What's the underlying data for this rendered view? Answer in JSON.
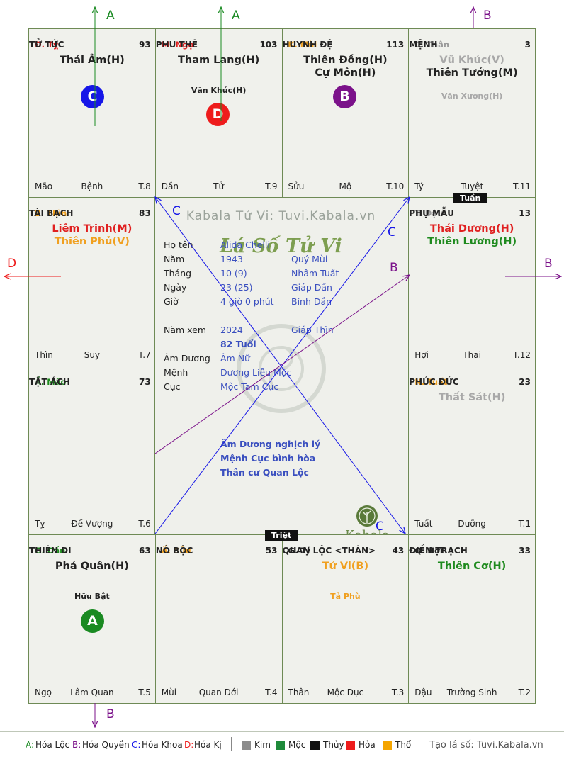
{
  "palaces": [
    {
      "can": "Đ. Tỵ",
      "can_color": "#e02020",
      "name": "TỬ TỨC",
      "num": "93",
      "stars": [
        {
          "text": "Thái Âm(H)",
          "color": "#222222"
        }
      ],
      "minor": "",
      "foot": [
        "Mão",
        "Bệnh",
        "T.8"
      ]
    },
    {
      "can": "M. Ngọ",
      "can_color": "#e02020",
      "name": "PHU THÊ",
      "num": "103",
      "stars": [
        {
          "text": "Tham Lang(H)",
          "color": "#222222"
        }
      ],
      "minor": "Văn Khúc(H)",
      "minor_color": "#222222",
      "foot": [
        "Dần",
        "Tử",
        "T.9"
      ]
    },
    {
      "can": "K. Mùi",
      "can_color": "#f0a020",
      "name": "HUYNH ĐỆ",
      "num": "113",
      "stars": [
        {
          "text": "Thiên Đồng(H)",
          "color": "#222222"
        },
        {
          "text": "Cự Môn(H)",
          "color": "#222222"
        }
      ],
      "minor": "",
      "foot": [
        "Sửu",
        "Mộ",
        "T.10"
      ]
    },
    {
      "can": "C. Thân",
      "can_color": "#9a9a9a",
      "name": "MỆNH",
      "num": "3",
      "stars": [
        {
          "text": "Vũ Khúc(V)",
          "color": "#a8a8a8"
        },
        {
          "text": "Thiên Tướng(M)",
          "color": "#222222"
        }
      ],
      "minor": "Văn Xương(H)",
      "minor_color": "#a8a8a8",
      "foot": [
        "Tý",
        "Tuyệt",
        "T.11"
      ]
    },
    {
      "can": "B. Thìn",
      "can_color": "#f0a020",
      "name": "TÀI BẠCH",
      "num": "83",
      "stars": [
        {
          "text": "Liêm Trinh(M)",
          "color": "#e02020"
        },
        {
          "text": "Thiên Phủ(V)",
          "color": "#f0a020"
        }
      ],
      "minor": "",
      "foot": [
        "Thìn",
        "Suy",
        "T.7"
      ]
    },
    {
      "can": "T. Dậu",
      "can_color": "#9a9a9a",
      "name": "PHỤ MẪU",
      "num": "13",
      "stars": [
        {
          "text": "Thái Dương(H)",
          "color": "#e02020"
        },
        {
          "text": "Thiên Lương(H)",
          "color": "#1e8a1e"
        }
      ],
      "minor": "",
      "foot": [
        "Hợi",
        "Thai",
        "T.12"
      ]
    },
    {
      "can": "Ấ. Mão",
      "can_color": "#1e8a1e",
      "name": "TẬT ÁCH",
      "num": "73",
      "stars": [],
      "minor": "",
      "foot": [
        "Tỵ",
        "Đế Vượng",
        "T.6"
      ]
    },
    {
      "can": "N. Tuất",
      "can_color": "#f0a020",
      "name": "PHÚC ĐỨC",
      "num": "23",
      "stars": [
        {
          "text": "Thất Sát(H)",
          "color": "#a8a8a8"
        }
      ],
      "minor": "",
      "foot": [
        "Tuất",
        "Dưỡng",
        "T.1"
      ]
    },
    {
      "can": "G. Dần",
      "can_color": "#1e8a1e",
      "name": "THIÊN DI",
      "num": "63",
      "stars": [
        {
          "text": "Phá Quân(H)",
          "color": "#222222"
        }
      ],
      "minor": "Hữu Bật",
      "minor_color": "#222222",
      "foot": [
        "Ngọ",
        "Lâm Quan",
        "T.5"
      ]
    },
    {
      "can": "Ấ. Sửu",
      "can_color": "#f0a020",
      "name": "NÔ BỘC",
      "num": "53",
      "stars": [],
      "minor": "",
      "foot": [
        "Mùi",
        "Quan Đới",
        "T.4"
      ]
    },
    {
      "can": "G. Tý",
      "can_color": "#222222",
      "name": "QUAN LỘC <THÂN>",
      "num": "43",
      "stars": [
        {
          "text": "Tử Vi(B)",
          "color": "#f0a020"
        }
      ],
      "minor": "Tả Phù",
      "minor_color": "#f0a020",
      "foot": [
        "Thân",
        "Mộc Dục",
        "T.3"
      ]
    },
    {
      "can": "Q. Hợi",
      "can_color": "#222222",
      "name": "ĐIỀN TRẠCH",
      "num": "33",
      "stars": [
        {
          "text": "Thiên Cơ(H)",
          "color": "#1e8a1e"
        }
      ],
      "minor": "",
      "foot": [
        "Dậu",
        "Trường Sinh",
        "T.2"
      ]
    }
  ],
  "circles": [
    {
      "text": "C",
      "color": "#1616e8",
      "palace": "TỬ TỨC"
    },
    {
      "text": "D",
      "color": "#ee1c1c",
      "palace": "PHU THÊ"
    },
    {
      "text": "B",
      "color": "#7b128a",
      "palace": "HUYNH ĐỆ"
    },
    {
      "text": "A",
      "color": "#1a8a22",
      "palace": "THIÊN DI"
    }
  ],
  "tags": {
    "tuan": "Tuần",
    "triet": "Triệt"
  },
  "center": {
    "watermark": "Kabala Tử Vi: Tuvi.Kabala.vn",
    "title": "Lá Số Tử Vi",
    "rows": [
      {
        "label": "Họ tên",
        "value": "Alida Chelli",
        "extra": ""
      },
      {
        "label": "Năm",
        "value": "1943",
        "extra": "Quý Mùi"
      },
      {
        "label": "Tháng",
        "value": "10 (9)",
        "extra": "Nhâm Tuất"
      },
      {
        "label": "Ngày",
        "value": "23  (25)",
        "extra": "Giáp Dần"
      },
      {
        "label": "Giờ",
        "value": "4 giờ 0 phút",
        "extra": "Bính Dần"
      },
      {
        "label": "Năm xem",
        "value": "2024",
        "extra": "Giáp Thìn"
      },
      {
        "label": "",
        "value": "82 Tuổi",
        "extra": ""
      },
      {
        "label": "Âm Dương",
        "value": "Âm Nữ",
        "extra": ""
      },
      {
        "label": "Mệnh",
        "value": "Dương Liễu Mộc",
        "extra": ""
      },
      {
        "label": "Cục",
        "value": "Mộc Tam Cục",
        "extra": ""
      }
    ],
    "notes": [
      "Âm Dương nghịch lý",
      "Mệnh Cục bình hòa",
      "Thân cư Quan Lộc"
    ],
    "logo": "Kabala"
  },
  "annotations": [
    {
      "text": "A",
      "color": "#1a8a22"
    },
    {
      "text": "A",
      "color": "#1a8a22"
    },
    {
      "text": "B",
      "color": "#7b128a"
    },
    {
      "text": "D",
      "color": "#ee1c1c"
    },
    {
      "text": "B",
      "color": "#7b128a"
    },
    {
      "text": "B",
      "color": "#7b128a"
    },
    {
      "text": "C",
      "color": "#1616e8"
    },
    {
      "text": "C",
      "color": "#1616e8"
    },
    {
      "text": "B",
      "color": "#7b128a"
    },
    {
      "text": "C",
      "color": "#1616e8"
    }
  ],
  "arrow_colors": {
    "green": "#1a8a22",
    "purple": "#7b128a",
    "red": "#ee1c1c",
    "blue": "#1616e8"
  },
  "legend": {
    "hoa": [
      {
        "key": "A:",
        "label": "Hóa Lộc",
        "color": "#1a8a22"
      },
      {
        "key": "B:",
        "label": "Hóa Quyền",
        "color": "#7b128a"
      },
      {
        "key": "C:",
        "label": "Hóa Khoa",
        "color": "#1616e8"
      },
      {
        "key": "D:",
        "label": "Hóa Kị",
        "color": "#ee1c1c"
      }
    ],
    "elements": [
      {
        "label": "Kim",
        "color": "#8c8c8c"
      },
      {
        "label": "Mộc",
        "color": "#1e8a3a"
      },
      {
        "label": "Thủy",
        "color": "#111111"
      },
      {
        "label": "Hỏa",
        "color": "#ee1c1c"
      },
      {
        "label": "Thổ",
        "color": "#f5a500"
      }
    ],
    "site": "Tạo lá số: Tuvi.Kabala.vn"
  }
}
